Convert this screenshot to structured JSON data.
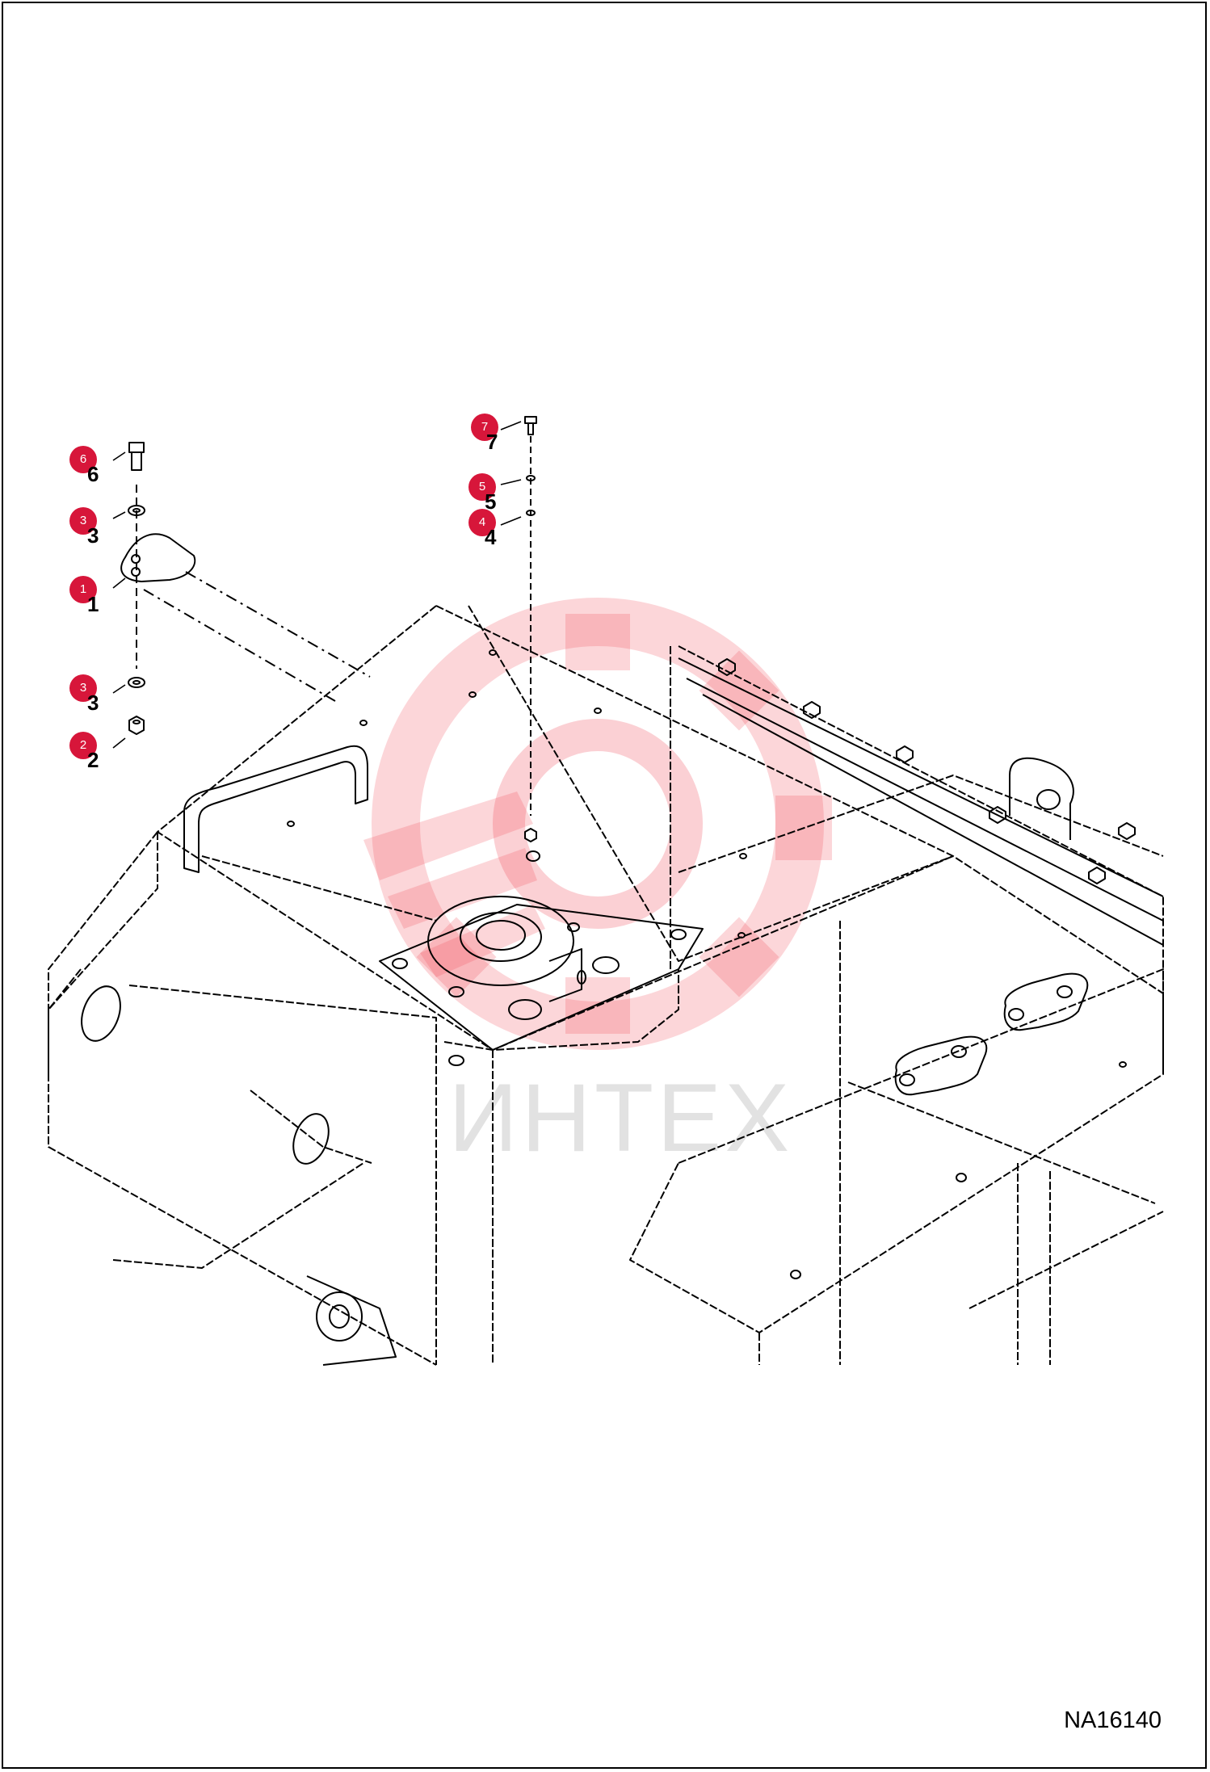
{
  "callouts": [
    {
      "id": "6",
      "under": "6"
    },
    {
      "id": "3",
      "under": "3"
    },
    {
      "id": "1",
      "under": "1"
    },
    {
      "id": "3",
      "under": "3"
    },
    {
      "id": "2",
      "under": "2"
    },
    {
      "id": "7",
      "under": "7"
    },
    {
      "id": "5",
      "under": "5"
    },
    {
      "id": "4",
      "under": "4"
    }
  ],
  "watermark": {
    "text": "ИНТЕХ",
    "icon": "gear-wrench-icon",
    "color": "#f04452"
  },
  "callout_color": "#d7163a",
  "figure_id": "NA16140"
}
